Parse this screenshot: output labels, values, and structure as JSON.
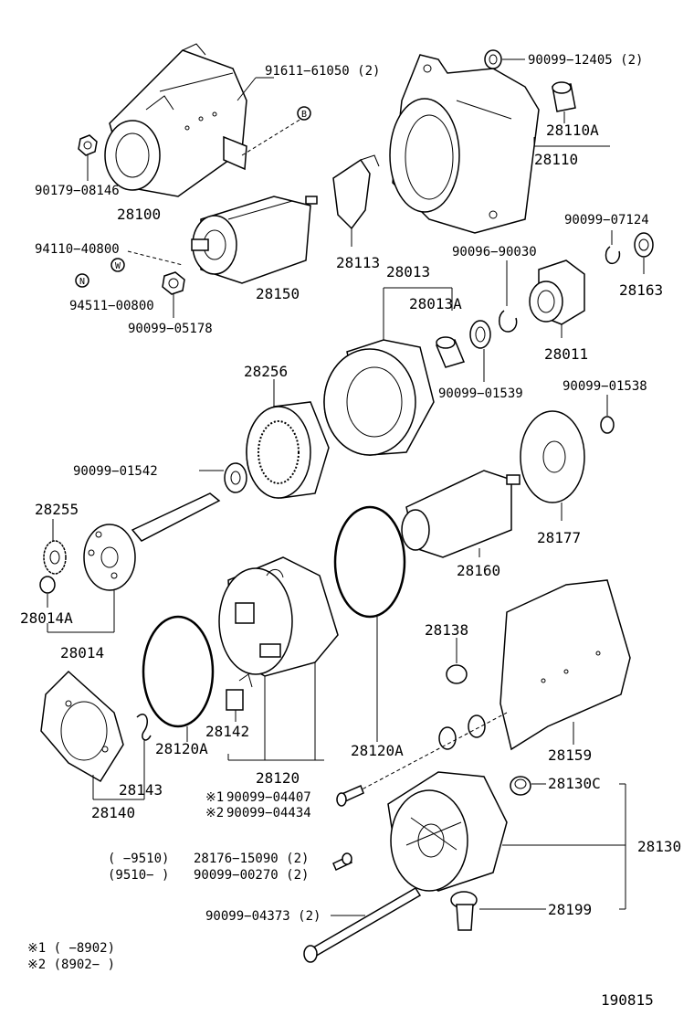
{
  "labels": {
    "p91611": "91611−61050 (2)",
    "p90179": "90179−08146",
    "p28100": "28100",
    "p94110": "94110−40800",
    "p94511": "94511−00800",
    "p90099_05178": "90099−05178",
    "p28150": "28150",
    "p90099_12405": "90099−12405 (2)",
    "p28110A": "28110A",
    "p28110": "28110",
    "p28113": "28113",
    "p28013": "28013",
    "p28013A": "28013A",
    "p90096": "90096−90030",
    "p90099_07124": "90099−07124",
    "p28163": "28163",
    "p28011": "28011",
    "p90099_01539": "90099−01539",
    "p90099_01538": "90099−01538",
    "p28256": "28256",
    "p90099_01542": "90099−01542",
    "p28255": "28255",
    "p28014A": "28014A",
    "p28014": "28014",
    "p28177": "28177",
    "p28160": "28160",
    "p28138": "28138",
    "p28159": "28159",
    "p28120A_l": "28120A",
    "p28142": "28142",
    "p28120A_r": "28120A",
    "p28120": "28120",
    "p28143": "28143",
    "p28140": "28140",
    "p90099_04407": "90099−04407",
    "p90099_04434": "90099−04434",
    "p28130C": "28130C",
    "p28130": "28130",
    "p28176": "28176−15090 (2)",
    "p90099_00270": "90099−00270 (2)",
    "p90099_04373": "90099−04373 (2)",
    "p28199": "28199",
    "ref_r1": "(    −9510)",
    "ref_r2": "(9510−    )",
    "mark1": "※1",
    "mark2": "※2",
    "note1": "※1  (    −8902)",
    "note2": "※2  (8902−     )",
    "circle_B": "B",
    "circle_N": "N",
    "circle_W": "W",
    "diagram_id": "190815"
  }
}
